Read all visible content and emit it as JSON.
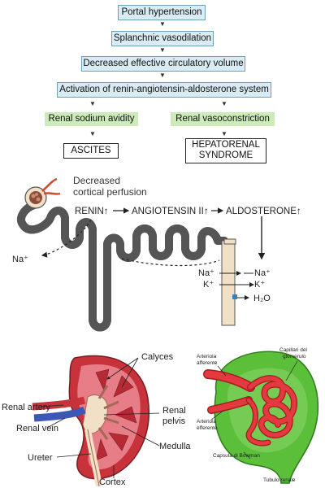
{
  "flowchart": {
    "step1": "Portal hypertension",
    "step2": "Splanchnic vasodilation",
    "step3": "Decreased effective circulatory volume",
    "step4": "Activation of renin-angiotensin-aldosterone system",
    "branch_left": "Renal sodium avidity",
    "branch_right": "Renal vasoconstriction",
    "outcome_left": "ASCITES",
    "outcome_right_line1": "HEPATORENAL",
    "outcome_right_line2": "SYNDROME"
  },
  "nephron": {
    "perfusion_line1": "Decreased",
    "perfusion_line2": "cortical perfusion",
    "renin": "RENIN↑",
    "angiotensin": "ANGIOTENSIN II↑",
    "aldosterone": "ALDOSTERONE↑",
    "na_left": "Na⁺",
    "na_in": "Na⁺",
    "na_out": "Na⁺",
    "k_in": "K⁺",
    "k_out": "K⁺",
    "water": "H₂O"
  },
  "kidney": {
    "calyces": "Calyces",
    "renal_artery": "Renal artery",
    "renal_vein": "Renal vein",
    "renal_pelvis_line1": "Renal",
    "renal_pelvis_line2": "pelvis",
    "medulla": "Medulla",
    "ureter": "Ureter",
    "cortex": "Cortex"
  },
  "glomerulus": {
    "capillari_line1": "Capillari del",
    "capillari_line2": "glomerulo",
    "afferent_line1": "Arteriola",
    "afferent_line2": "afferente",
    "efferent_line1": "Arteriola",
    "efferent_line2": "efferente",
    "capsule": "Capsula di Bowman",
    "tubule": "Tubulo renale"
  },
  "colors": {
    "box_blue": "#d9ecf3",
    "box_green": "#ccebb8",
    "tubule": "#efdcc2",
    "kidney_red": "#c8323a",
    "capsule_green": "#5bbf3a"
  }
}
